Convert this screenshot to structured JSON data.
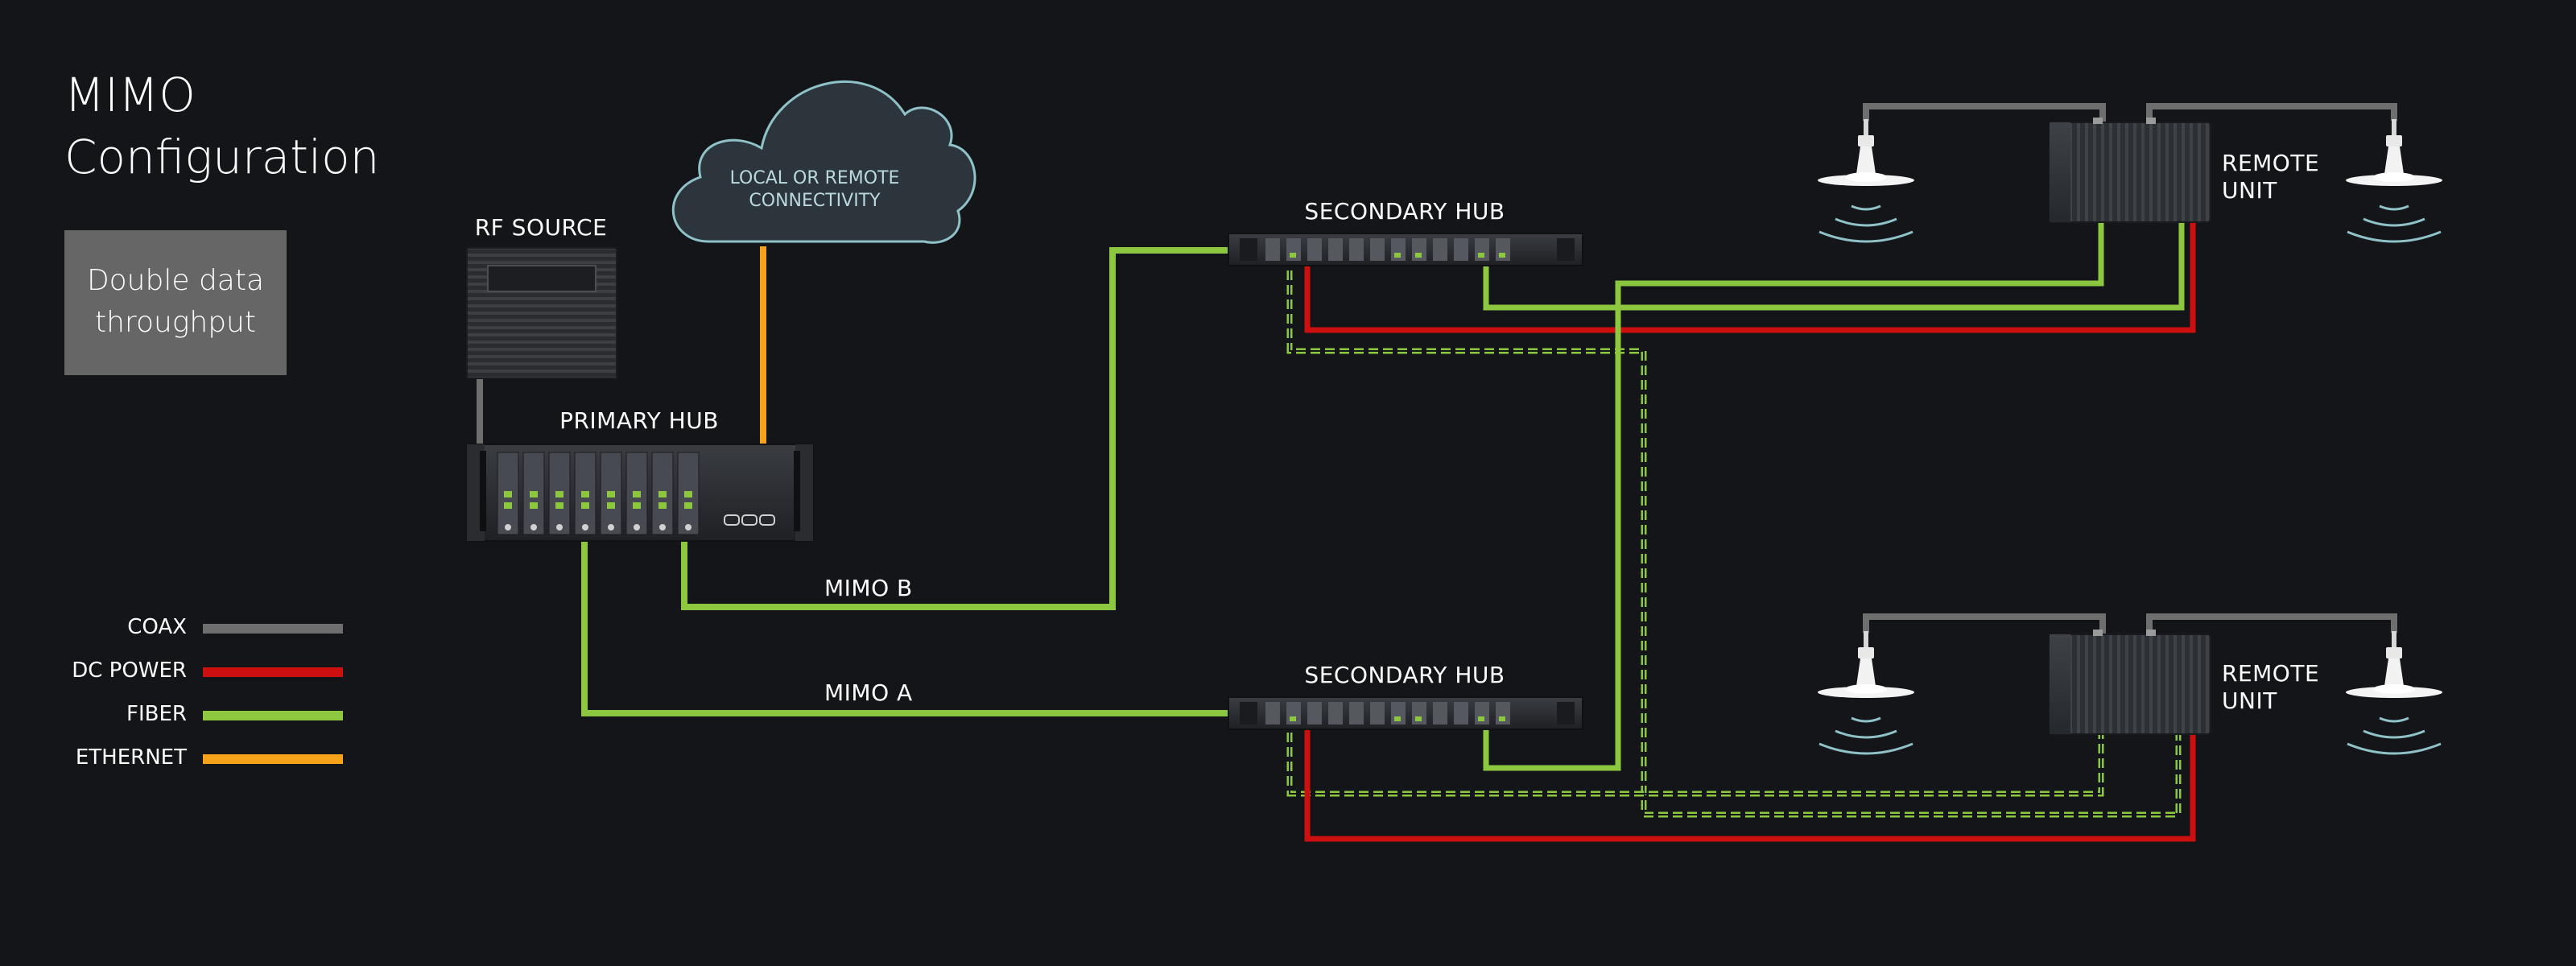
{
  "title": {
    "line1": "MIMO",
    "line2": "Configuration"
  },
  "feature_box": {
    "line1": "Double data",
    "line2": "throughput"
  },
  "cloud": {
    "line1": "LOCAL OR REMOTE",
    "line2": "CONNECTIVITY"
  },
  "labels": {
    "rf_source": "RF SOURCE",
    "primary_hub": "PRIMARY HUB",
    "secondary_hub_top": "SECONDARY HUB",
    "secondary_hub_bottom": "SECONDARY HUB",
    "remote_unit_top": {
      "line1": "REMOTE",
      "line2": "UNIT"
    },
    "remote_unit_bottom": {
      "line1": "REMOTE",
      "line2": "UNIT"
    },
    "mimo_b": "MIMO B",
    "mimo_a": "MIMO A"
  },
  "legend": [
    {
      "label": "COAX",
      "color": "#6e6e6e"
    },
    {
      "label": "DC POWER",
      "color": "#cc1010"
    },
    {
      "label": "FIBER",
      "color": "#8dc63f"
    },
    {
      "label": "ETHERNET",
      "color": "#f7a21b"
    }
  ],
  "colors": {
    "background": "#131519",
    "coax": "#6e6e6e",
    "dc_power": "#cc1010",
    "fiber": "#8dc63f",
    "ethernet": "#f7a21b",
    "cloud_fill": "#2c343c",
    "cloud_stroke": "#8fc2c8",
    "feature_box": "#666666"
  }
}
